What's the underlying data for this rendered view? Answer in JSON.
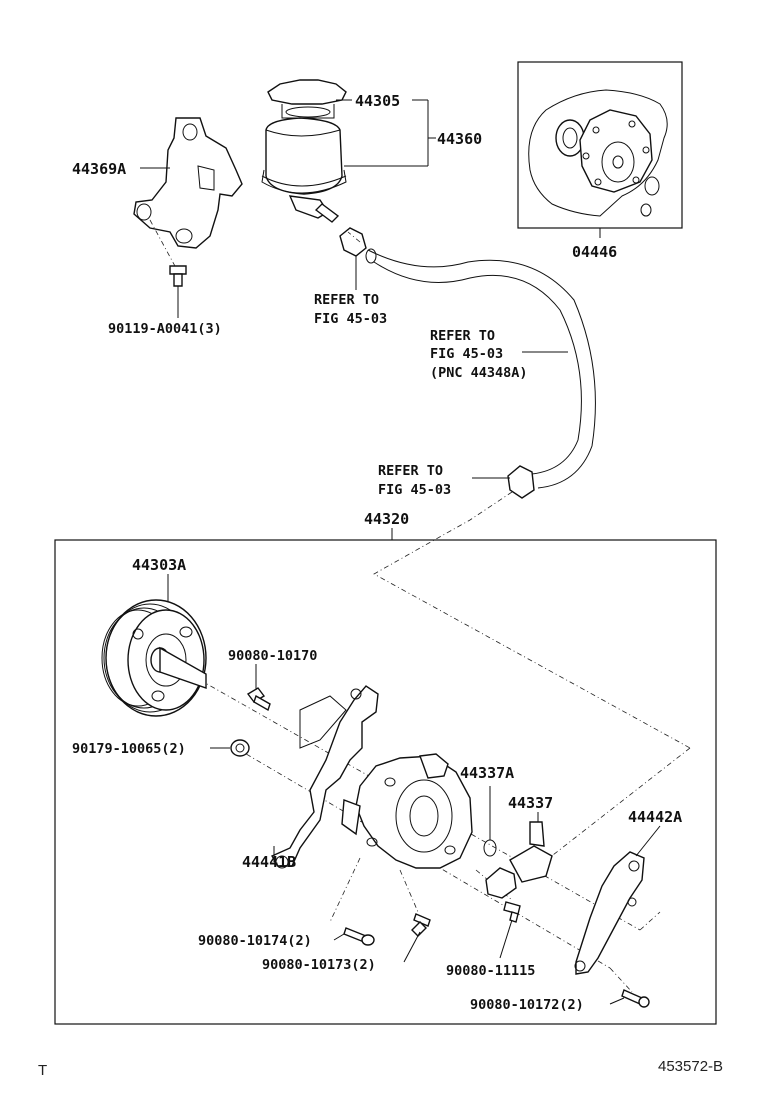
{
  "labels": {
    "reservoir_cap": "44305",
    "reservoir": "44360",
    "bracket": "44369A",
    "bracket_bolt": "90119-A0041(3)",
    "gasket_kit": "04446",
    "refer_1_line1": "REFER TO",
    "refer_1_line2": "FIG 45-03",
    "refer_2_line1": "REFER TO",
    "refer_2_line2": "FIG 45-03",
    "refer_2_line3": "(PNC 44348A)",
    "refer_3_line1": "REFER TO",
    "refer_3_line2": "FIG 45-03",
    "pump_assy": "44320",
    "pulley": "44303A",
    "bolt_10170": "90080-10170",
    "nut_10065": "90179-10065(2)",
    "bracket_b": "44441B",
    "oring": "44337A",
    "union": "44337",
    "stay": "44442A",
    "bolt_10174": "90080-10174(2)",
    "bolt_10173": "90080-10173(2)",
    "bolt_11115": "90080-11115",
    "bolt_10172": "90080-10172(2)"
  },
  "corner": {
    "left_mark": "T",
    "illustration_id": "453572-B"
  }
}
